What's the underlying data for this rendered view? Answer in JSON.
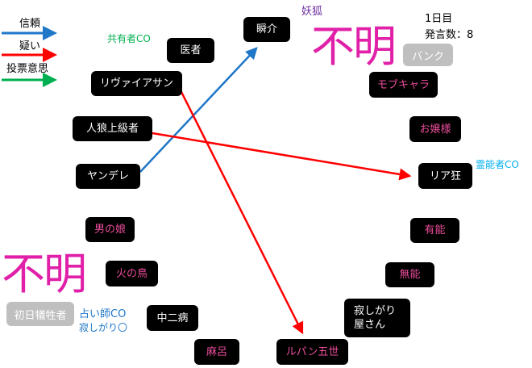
{
  "legend": {
    "trust": "信頼",
    "doubt": "疑い",
    "vote": "投票意思"
  },
  "colors": {
    "trust": "#1f77c8",
    "doubt": "#ff0000",
    "vote": "#00b050",
    "unknown": "#e020a8"
  },
  "info": {
    "day": "1日目",
    "posts": "発言数：8"
  },
  "notes": {
    "fox": "妖狐",
    "sharer": "共有者CO",
    "medium": "霊能者CO",
    "seer": "占い師CO",
    "seer_result": "寂しがり〇"
  },
  "players": {
    "doctor": "医者",
    "shunsuke": "瞬介",
    "leviathan": "リヴァイアサン",
    "werewolf_expert": "人狼上級者",
    "yandere": "ヤンデレ",
    "otokonoko": "男の娘",
    "phoenix": "火の鳥",
    "chuuni": "中二病",
    "maro": "麻呂",
    "lupin": "ルパン五世",
    "lonely": "寂しがり屋さん",
    "useless": "無能",
    "capable": "有能",
    "riajuu": "リア狂",
    "ojousama": "お嬢様",
    "mob": "モブキャラ"
  },
  "dead": {
    "bank": "バンク",
    "first_victim": "初日犠牲者",
    "unknown1": "不明",
    "unknown2": "不明"
  }
}
